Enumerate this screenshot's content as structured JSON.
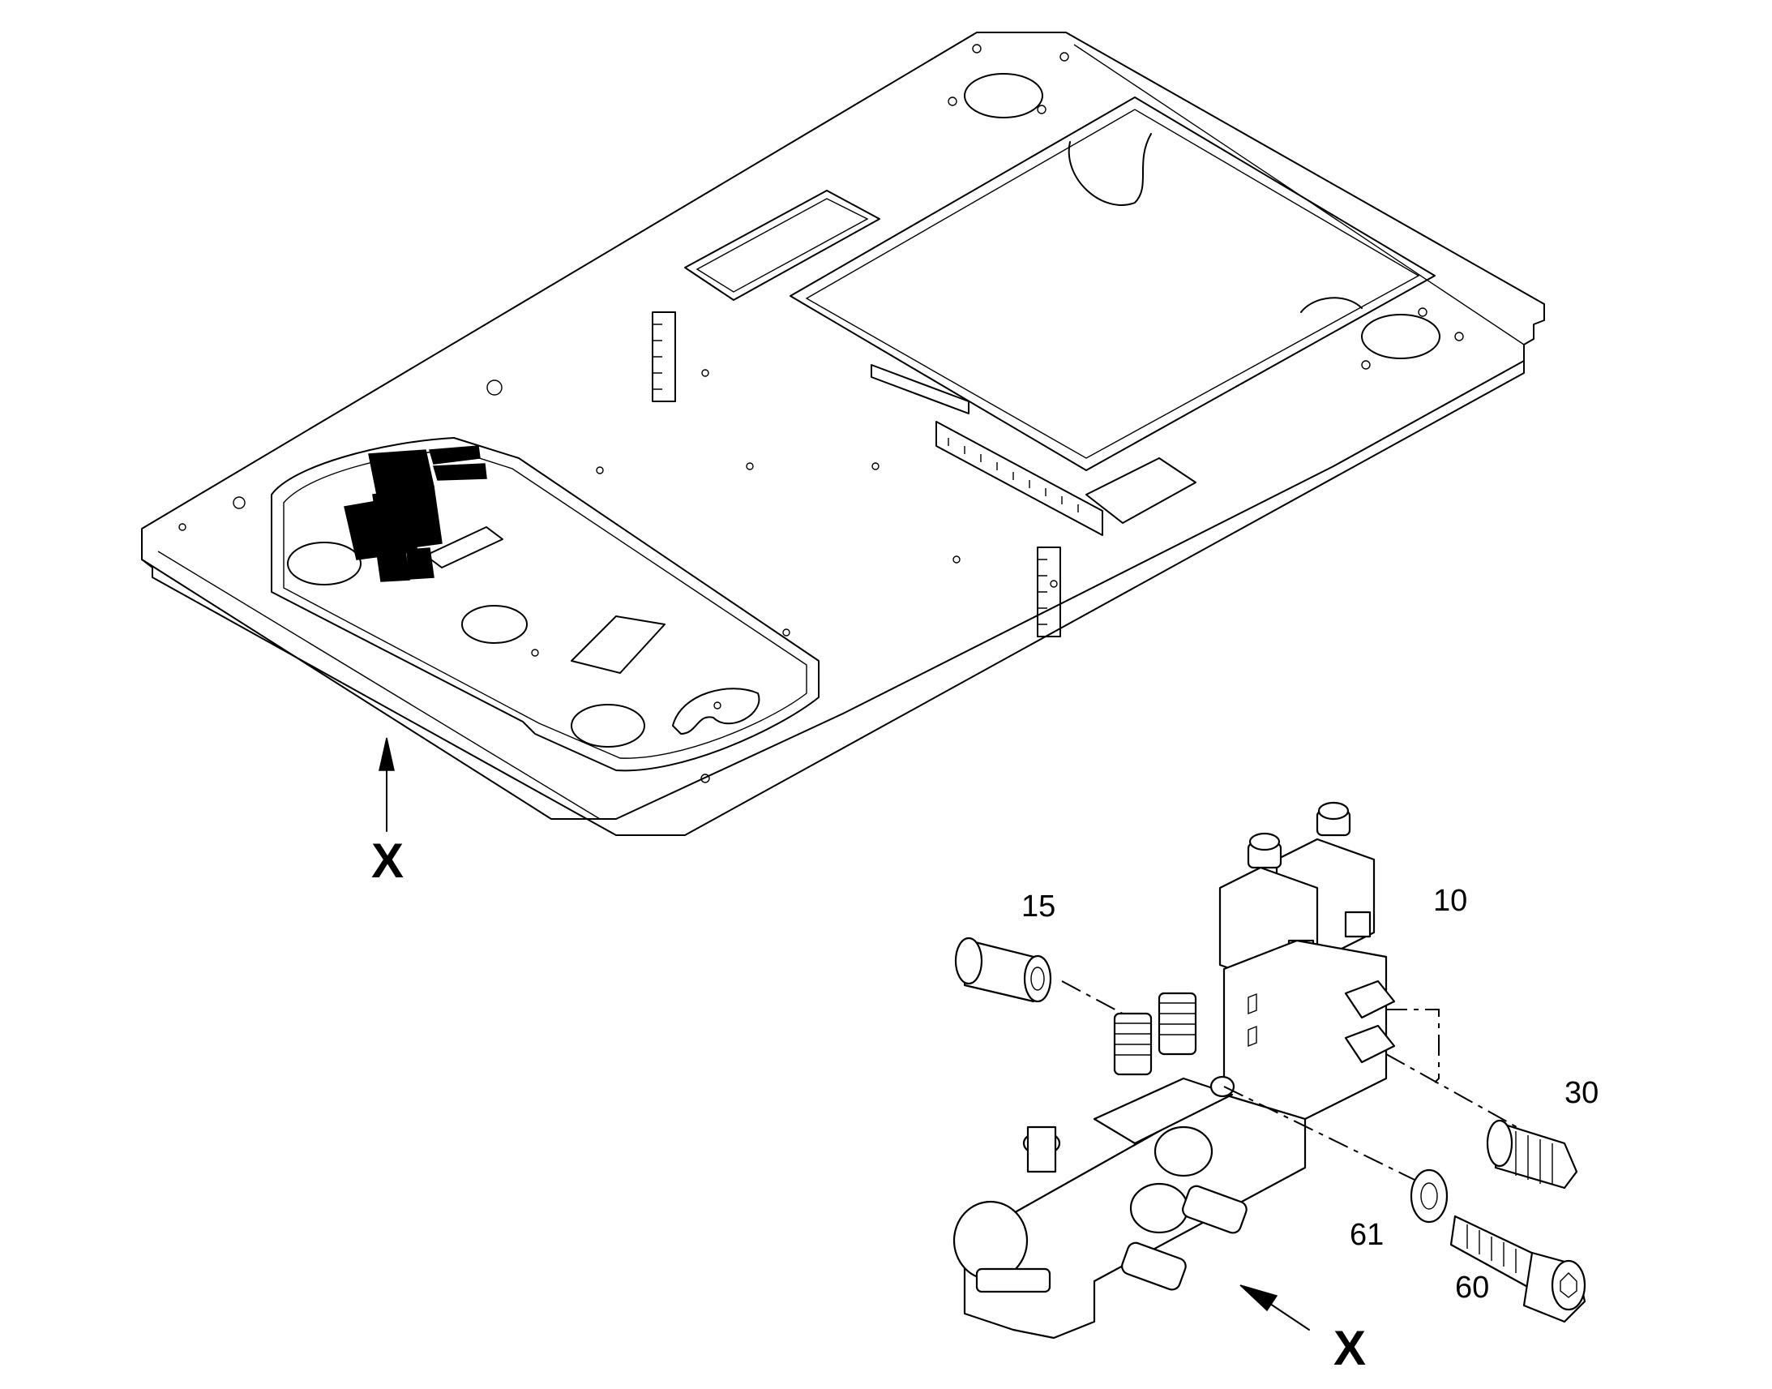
{
  "view_labels": {
    "top": "X",
    "bottom": "X"
  },
  "callouts": {
    "spacer": "15",
    "solenoid_valve": "10",
    "fitting": "30",
    "washer": "61",
    "screw": "60"
  }
}
